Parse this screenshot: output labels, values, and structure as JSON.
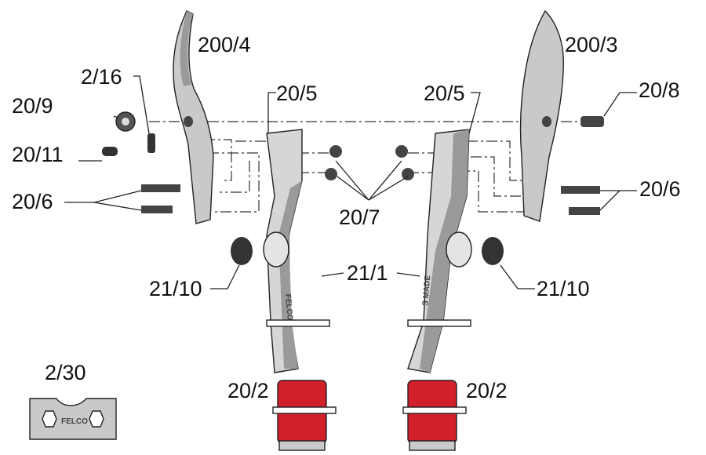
{
  "title": "Exploded parts diagram",
  "labels": {
    "blade_left": "200/4",
    "spring_clip": "2/16",
    "nut_gear": "20/9",
    "small_screw": "20/11",
    "bolts_left": "20/6",
    "pin_left": "20/5",
    "pin_right": "20/5",
    "blade_right": "200/3",
    "pivot_bolt": "20/8",
    "bolts_right": "20/6",
    "nuts": "20/7",
    "bumper_left": "21/10",
    "handles": "21/1",
    "bumper_right": "21/10",
    "wrench": "2/30",
    "grip_left": "20/2",
    "grip_right": "20/2"
  },
  "markings": {
    "handle_left": "FELCO",
    "handle_right": "S MADE",
    "wrench": "FELCO"
  },
  "colors": {
    "metal": "#c9c9c9",
    "metal_dark": "#9a9a9a",
    "grip_red": "#d2202a",
    "hardware": "#3a3a3a"
  }
}
